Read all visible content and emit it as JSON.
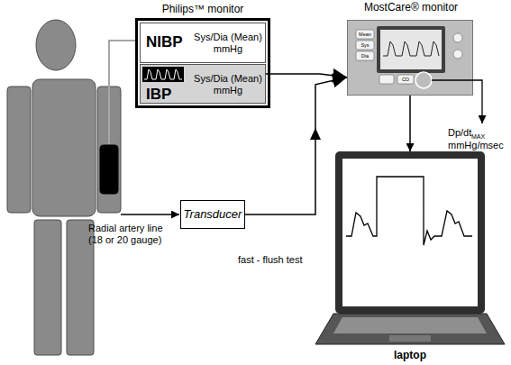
{
  "diagram": {
    "nodes": [
      {
        "text": [
          "Philips™ monitor"
        ]
      },
      {
        "text": [
          "NIBP",
          "Sys/Dia (Mean) mmHg"
        ],
        "in": 0
      },
      {
        "text": [
          "IBP",
          "Sys/Dia (Mean) mmHg"
        ],
        "in": 0
      },
      {
        "text": [
          "MostCare® monitor"
        ]
      },
      {
        "text": [
          "Transducer"
        ]
      },
      {
        "text": [
          "laptop"
        ]
      }
    ],
    "edges": [
      {
        "from": 2,
        "to": 3,
        "arrow": "to"
      },
      {
        "from": 4,
        "to": 3,
        "arrow": "to"
      },
      {
        "from": 3,
        "to": 5,
        "arrow": "to"
      }
    ],
    "labels": [
      "Radial artery line (18 or 20 gauge)",
      "fast - flush test",
      "Dp/dt",
      "MAX",
      "mmHg/msec",
      "Mean",
      "Sys",
      "Dia",
      "CO"
    ]
  }
}
